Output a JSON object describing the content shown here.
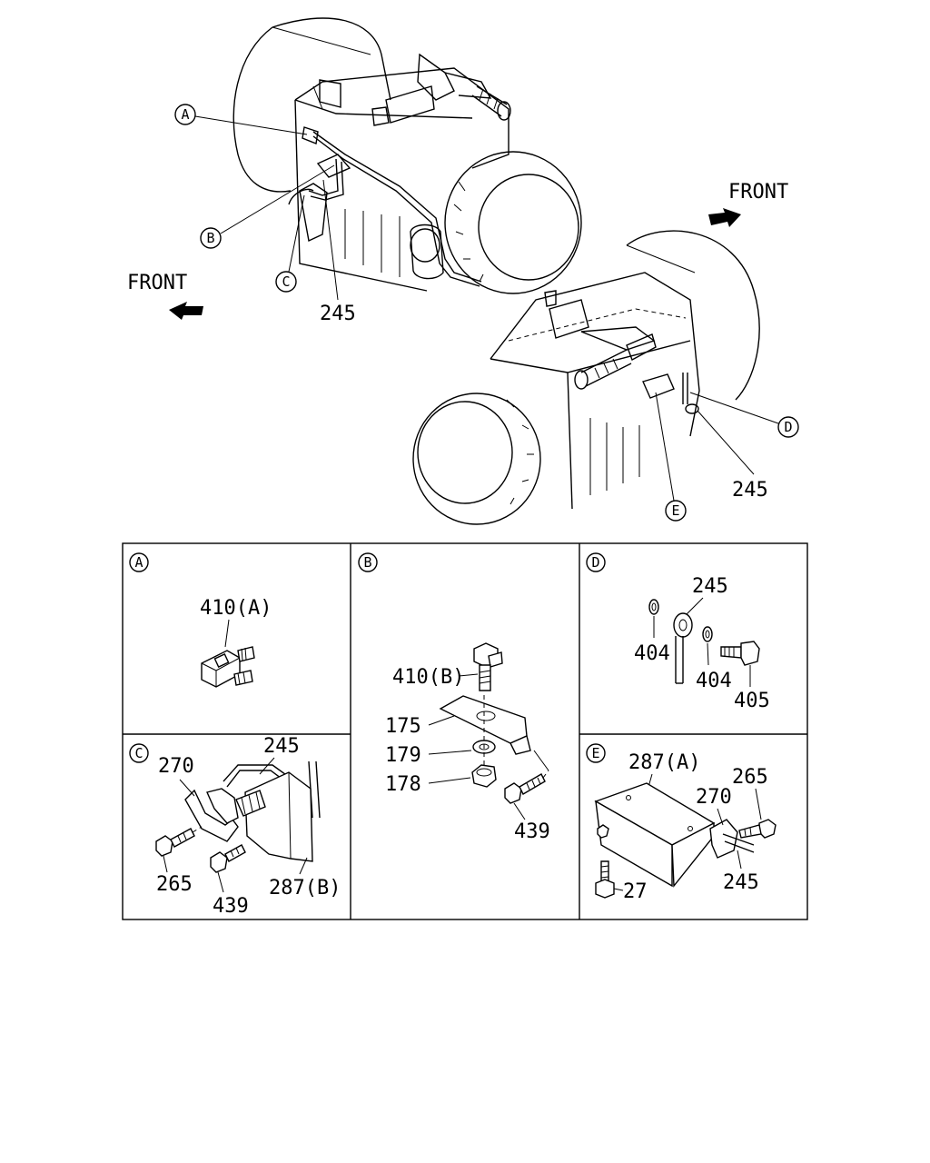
{
  "callouts": {
    "A": "A",
    "B": "B",
    "C": "C",
    "D": "D",
    "E": "E"
  },
  "overview": {
    "front_left": "FRONT",
    "front_right": "FRONT",
    "part_245_left": "245",
    "part_245_right": "245"
  },
  "panels": {
    "A": {
      "letter": "A",
      "parts": [
        "410(A)"
      ]
    },
    "B": {
      "letter": "B",
      "parts": [
        "410(B)",
        "175",
        "179",
        "178",
        "439"
      ]
    },
    "C": {
      "letter": "C",
      "parts": [
        "270",
        "245",
        "265",
        "439",
        "287(B)"
      ]
    },
    "D": {
      "letter": "D",
      "parts": [
        "245",
        "404",
        "404",
        "405"
      ]
    },
    "E": {
      "letter": "E",
      "parts": [
        "287(A)",
        "265",
        "270",
        "245",
        "27"
      ]
    }
  }
}
